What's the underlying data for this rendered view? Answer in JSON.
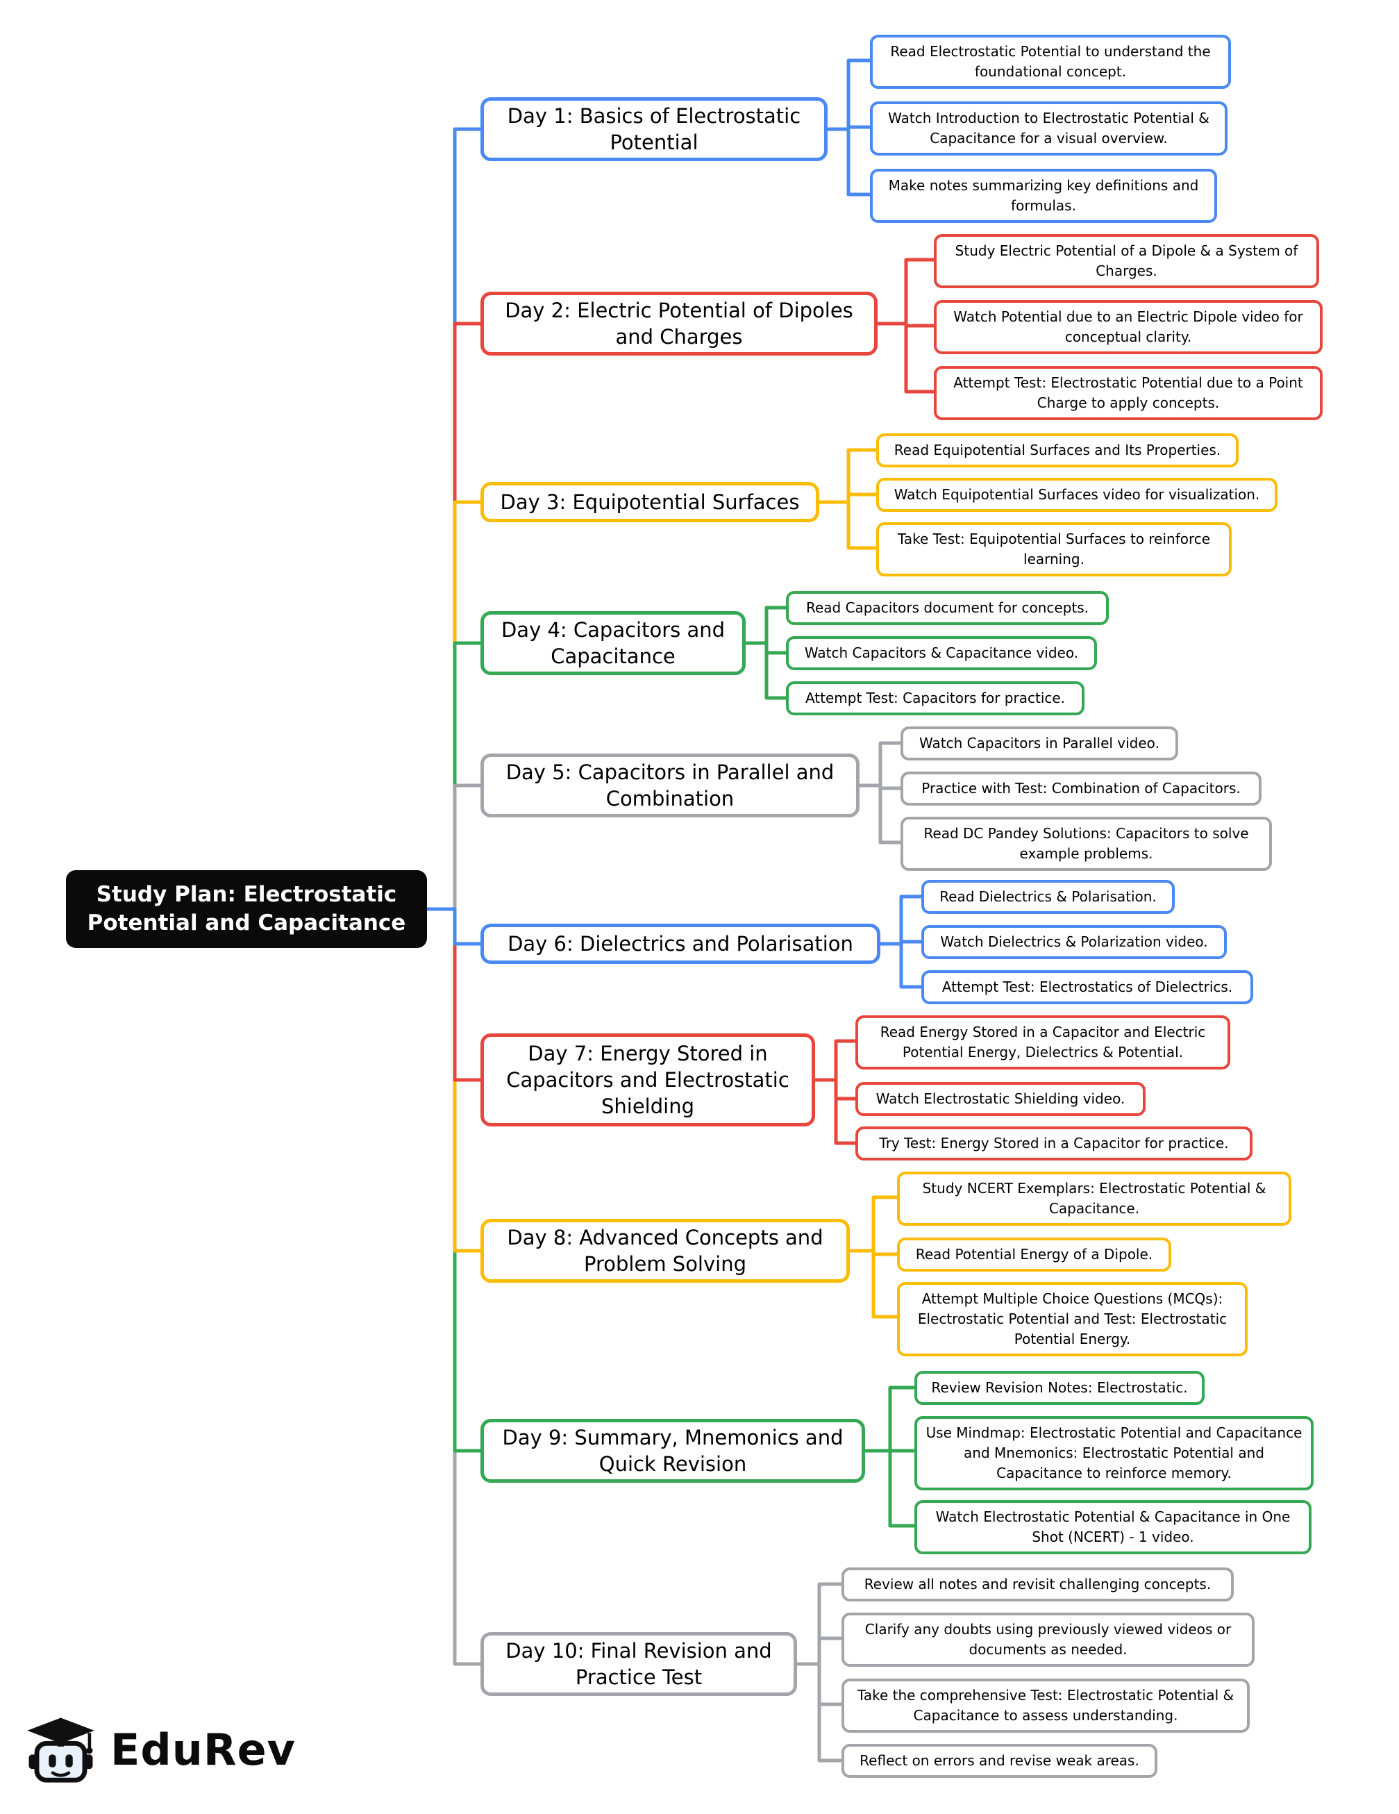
{
  "root": {
    "label": "Study Plan: Electrostatic Potential and Capacitance"
  },
  "colors": {
    "blue": "#4a89f4",
    "red": "#e8463c",
    "yellow": "#fbbc05",
    "green": "#34a853",
    "gray": "#a2a6aa",
    "root_bg": "#0a0a0a",
    "root_text": "#ffffff"
  },
  "days": [
    {
      "label": "Day 1: Basics of Electrostatic Potential",
      "color": "blue",
      "tasks": [
        "Read Electrostatic Potential to understand the foundational concept.",
        "Watch Introduction to Electrostatic Potential & Capacitance for a visual overview.",
        "Make notes summarizing key definitions and formulas."
      ]
    },
    {
      "label": "Day 2: Electric Potential of Dipoles and Charges",
      "color": "red",
      "tasks": [
        "Study Electric Potential of a Dipole & a System of Charges.",
        "Watch Potential due to an Electric Dipole video for conceptual clarity.",
        "Attempt Test: Electrostatic Potential due to a Point Charge to apply concepts."
      ]
    },
    {
      "label": "Day 3: Equipotential Surfaces",
      "color": "yellow",
      "tasks": [
        "Read Equipotential Surfaces and Its Properties.",
        "Watch Equipotential Surfaces video for visualization.",
        "Take Test: Equipotential Surfaces to reinforce learning."
      ]
    },
    {
      "label": "Day 4: Capacitors and Capacitance",
      "color": "green",
      "tasks": [
        "Read Capacitors document for concepts.",
        "Watch Capacitors & Capacitance video.",
        "Attempt Test: Capacitors for practice."
      ]
    },
    {
      "label": "Day 5: Capacitors in Parallel and Combination",
      "color": "gray",
      "tasks": [
        "Watch Capacitors in Parallel video.",
        "Practice with Test: Combination of Capacitors.",
        "Read DC Pandey Solutions: Capacitors to solve example problems."
      ]
    },
    {
      "label": "Day 6: Dielectrics and Polarisation",
      "color": "blue",
      "tasks": [
        "Read Dielectrics & Polarisation.",
        "Watch Dielectrics & Polarization video.",
        "Attempt Test: Electrostatics of Dielectrics."
      ]
    },
    {
      "label": "Day 7: Energy Stored in Capacitors and Electrostatic Shielding",
      "color": "red",
      "tasks": [
        "Read Energy Stored in a Capacitor and Electric Potential Energy, Dielectrics & Potential.",
        "Watch Electrostatic Shielding video.",
        "Try Test: Energy Stored in a Capacitor for practice."
      ]
    },
    {
      "label": "Day 8: Advanced Concepts and Problem Solving",
      "color": "yellow",
      "tasks": [
        "Study NCERT Exemplars: Electrostatic Potential & Capacitance.",
        "Read Potential Energy of a Dipole.",
        "Attempt Multiple Choice Questions (MCQs): Electrostatic Potential and Test: Electrostatic Potential Energy."
      ]
    },
    {
      "label": "Day 9: Summary, Mnemonics and Quick Revision",
      "color": "green",
      "tasks": [
        "Review Revision Notes: Electrostatic.",
        "Use Mindmap: Electrostatic Potential and Capacitance and Mnemonics: Electrostatic Potential and Capacitance to reinforce memory.",
        "Watch Electrostatic Potential & Capacitance in One Shot (NCERT) - 1 video."
      ]
    },
    {
      "label": "Day 10: Final Revision and Practice Test",
      "color": "gray",
      "tasks": [
        "Review all notes and revisit challenging concepts.",
        "Clarify any doubts using previously viewed videos or documents as needed.",
        "Take the comprehensive Test: Electrostatic Potential & Capacitance to assess understanding.",
        "Reflect on errors and revise weak areas."
      ]
    }
  ],
  "brand": {
    "name": "EduRev"
  }
}
